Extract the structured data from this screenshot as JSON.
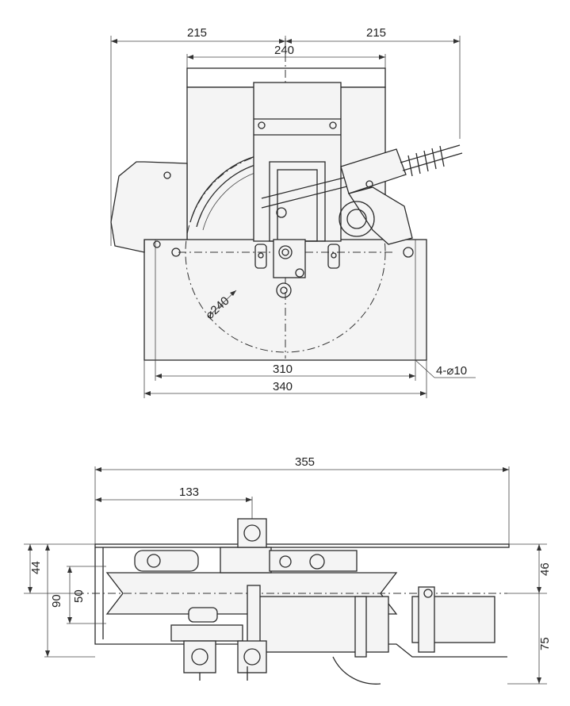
{
  "top_view": {
    "dim_left_215": "215",
    "dim_right_215": "215",
    "dim_240": "240",
    "dim_dia240": "⌀240",
    "dim_310": "310",
    "dim_340": "340",
    "dim_holes": "4-⌀10"
  },
  "side_view": {
    "dim_355": "355",
    "dim_133": "133",
    "dim_44": "44",
    "dim_90": "90",
    "dim_50": "50",
    "dim_46": "46",
    "dim_75": "75"
  }
}
